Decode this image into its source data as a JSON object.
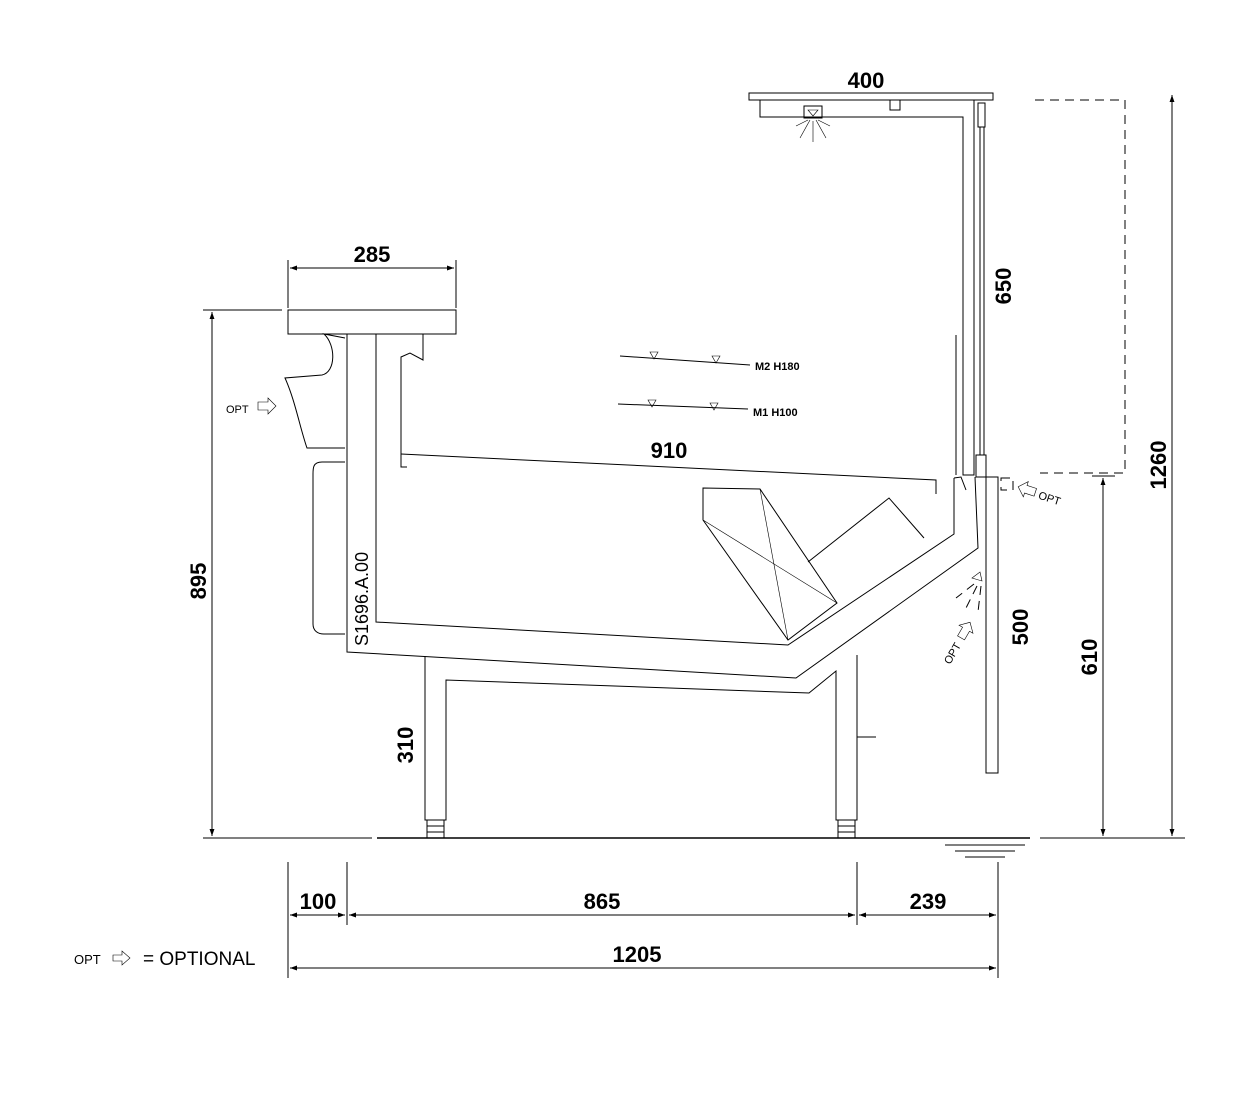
{
  "dimensions": {
    "d400": "400",
    "d285": "285",
    "d650": "650",
    "d910": "910",
    "d1260": "1260",
    "d895": "895",
    "d500": "500",
    "d610": "610",
    "d310": "310",
    "d100": "100",
    "d865": "865",
    "d239": "239",
    "d1205": "1205"
  },
  "shelf_labels": {
    "m2": "M2 H180",
    "m1": "M1 H100"
  },
  "drawing_code": "S1696.A.00",
  "optional": {
    "tag": "OPT",
    "legend_tag": "OPT",
    "legend_text": "= OPTIONAL"
  },
  "icons": {
    "opt_arrow": "outline-arrow-icon",
    "lamp": "lamp-icon",
    "ground": "ground-symbol-icon",
    "shelf_marker": "triangle-marker-icon"
  }
}
